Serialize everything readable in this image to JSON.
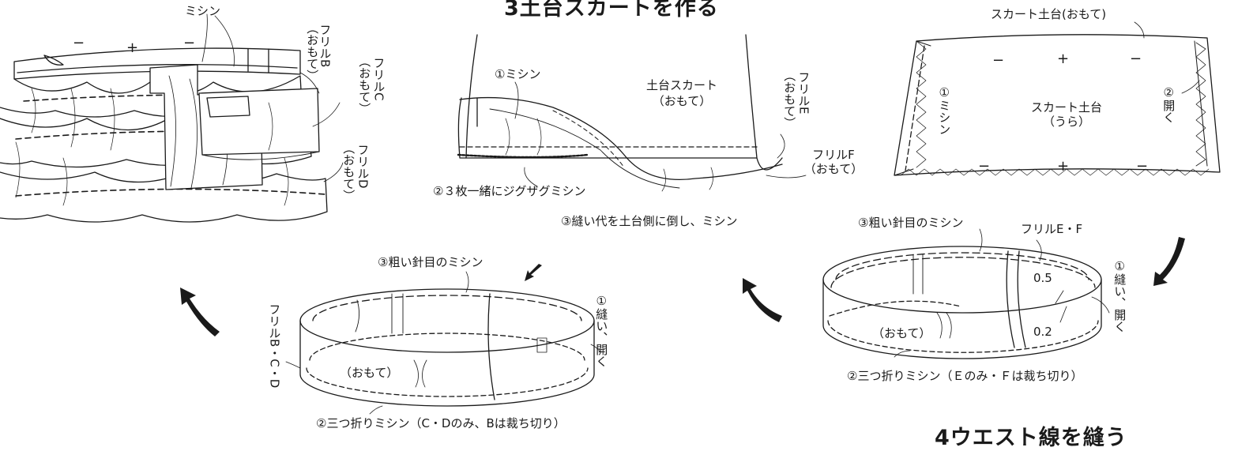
{
  "headings": {
    "step3": "3土台スカートを作る",
    "step4": "4ウエスト線を縫う"
  },
  "skirt_left": {
    "mishin": "ミシン",
    "frill_b": "フリルB",
    "frill_b_side": "（おもて）",
    "frill_c": "フリルC",
    "frill_c_side": "（おもて）",
    "frill_d": "フリルD",
    "frill_d_side": "（おもて）"
  },
  "base_skirt_center": {
    "mishin": "①ミシン",
    "base_skirt": "土台スカート",
    "base_skirt_side": "（おもて）",
    "frill_e": "フリルE",
    "frill_e_side": "（おもて）",
    "frill_f": "フリルF",
    "frill_f_side": "（おもて）",
    "zigzag": "②３枚一緒にジグザグミシン",
    "seam_allowance": "③縫い代を土台側に倒し、ミシン"
  },
  "panel_right": {
    "title": "スカート土台(おもて)",
    "mishin": "①ミシン",
    "open": "②開く",
    "label": "スカート土台",
    "label_side": "（うら）"
  },
  "ring_ef": {
    "coarse": "③粗い針目のミシン",
    "frill_ef": "フリルE・F",
    "measure_a": "0.5",
    "measure_b": "0.2",
    "face": "（おもて）",
    "sew_open": "①縫い、開く",
    "tri_fold": "②三つ折りミシン（Ｅのみ・Ｆは裁ち切り）"
  },
  "ring_bcd": {
    "coarse": "③粗い針目のミシン",
    "frill_bcd": "フリルB・C・D",
    "face": "（おもて）",
    "sew_open": "①縫い、開く",
    "tri_fold": "②三つ折りミシン（C・Dのみ、Bは裁ち切り）"
  },
  "icons": [
    "arrow-down-left",
    "arrow-up-left",
    "arrow-up-left",
    "arrow-down-left"
  ]
}
